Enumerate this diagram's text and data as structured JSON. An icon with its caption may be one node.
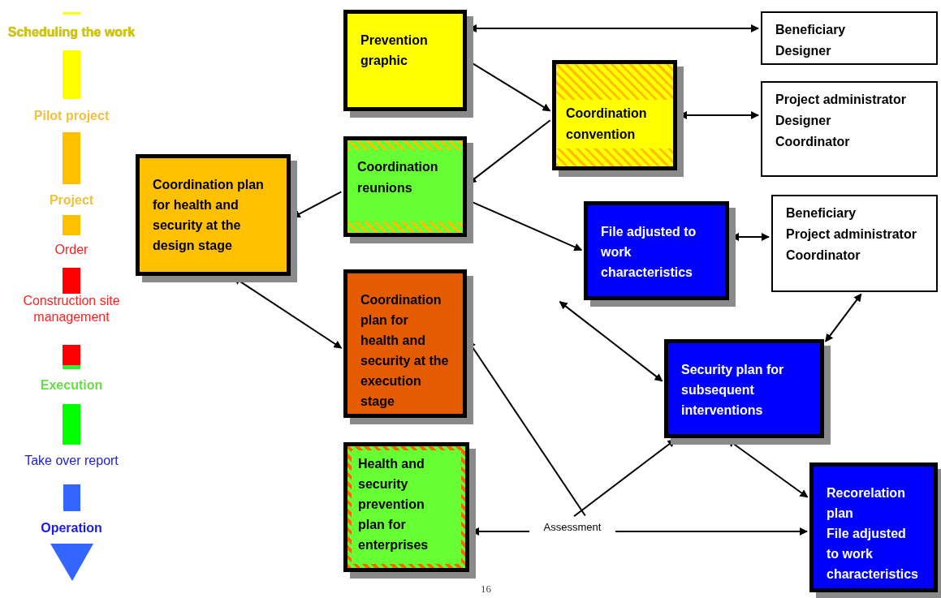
{
  "diagram": {
    "nodes": [
      {
        "text": [
          "Prevention graphic"
        ]
      },
      {
        "text": [
          "Beneficiary",
          "Designer"
        ]
      },
      {
        "text": [
          "Coordination convention"
        ]
      },
      {
        "text": [
          "Project administrator",
          "Designer",
          "Coordinator"
        ]
      },
      {
        "text": [
          "Coordination reunions"
        ]
      },
      {
        "text": [
          "Coordination plan for health and security at the design stage"
        ]
      },
      {
        "text": [
          "File adjusted to work characteristics"
        ]
      },
      {
        "text": [
          "Beneficiary",
          "Project administrator",
          "Coordinator"
        ]
      },
      {
        "text": [
          "Coordination plan for health and security at the execution stage"
        ]
      },
      {
        "text": [
          "Security plan for subsequent interventions"
        ]
      },
      {
        "text": [
          "Health and security prevention plan for enterprises"
        ]
      },
      {
        "text": [
          "Assessment"
        ]
      },
      {
        "text": [
          "Recorelation plan",
          "File adjusted to work characteristics"
        ]
      }
    ],
    "edges": [
      {
        "from": 1,
        "to": 0,
        "arrow": "both"
      },
      {
        "from": 0,
        "to": 2,
        "arrow": "to"
      },
      {
        "from": 2,
        "to": 4,
        "arrow": "to"
      },
      {
        "from": 2,
        "to": 3,
        "arrow": "both"
      },
      {
        "from": 4,
        "to": 5,
        "arrow": "to"
      },
      {
        "from": 4,
        "to": 6,
        "arrow": "to"
      },
      {
        "from": 6,
        "to": 7,
        "arrow": "both"
      },
      {
        "from": 5,
        "to": 8,
        "arrow": "both"
      },
      {
        "from": 6,
        "to": 9,
        "arrow": "both"
      },
      {
        "from": 9,
        "to": 7,
        "arrow": "both"
      },
      {
        "from": 11,
        "to": 8,
        "arrow": "to"
      },
      {
        "from": 11,
        "to": 9,
        "arrow": "to"
      },
      {
        "from": 9,
        "to": 12,
        "arrow": "both"
      },
      {
        "from": 11,
        "to": 10,
        "arrow": "to"
      },
      {
        "from": 11,
        "to": 12,
        "arrow": "to"
      }
    ],
    "labels": [
      "Scheduling the work",
      "Pilot project",
      "Project",
      "Order",
      "Construction site management",
      "Execution",
      "Take over report",
      "Operation",
      "16"
    ]
  }
}
